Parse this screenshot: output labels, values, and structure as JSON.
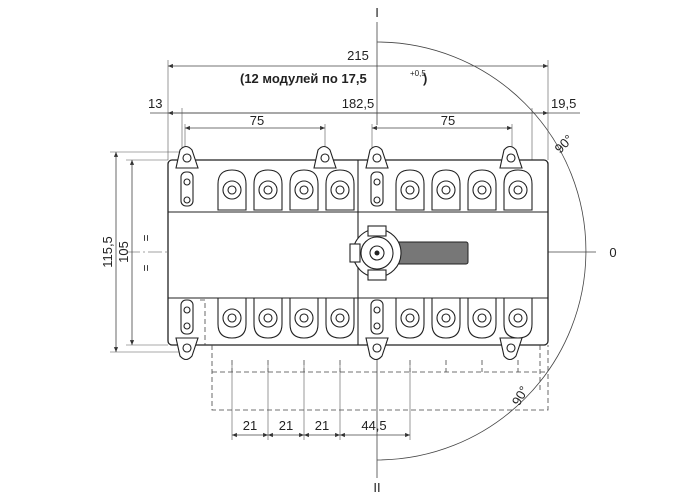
{
  "dimensions": {
    "overall_width": "215",
    "module_note": "(12 модулей по 17,5",
    "tolerance": "+0,5",
    "note_close": ")",
    "left_offset": "13",
    "center_width": "182,5",
    "right_offset": "19,5",
    "pitch_left": "75",
    "pitch_right": "75",
    "height_outer": "115,5",
    "height_inner": "105",
    "pole_pitch": [
      "21",
      "21",
      "21"
    ],
    "handle_offset": "44,5",
    "angle_top": "90°",
    "angle_bottom": "90°"
  },
  "positions": {
    "top": "I",
    "center": "0",
    "bottom": "II"
  },
  "equal_marks": [
    "=",
    "="
  ]
}
